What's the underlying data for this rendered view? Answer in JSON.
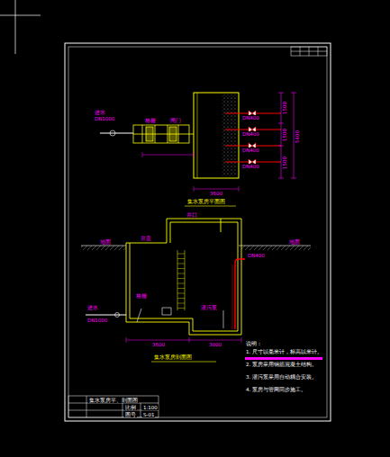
{
  "diagram": {
    "labels": [
      "进水",
      "DN1000",
      "格栅",
      "闸门",
      "DN400",
      "DN400",
      "DN400",
      "DN400",
      "1500",
      "1500",
      "1500",
      "5400",
      "3600",
      "集水泵房平面图",
      "地面",
      "地面",
      "井盖",
      "井口",
      "DN400",
      "进水",
      "DN1000",
      "格栅",
      "潜污泵",
      "3600",
      "3000",
      "集水泵房剖面图",
      "说明：",
      "1. 尺寸以毫米计，标高以米计。",
      "2. 泵房采用钢筋混凝土结构。",
      "3. 潜污泵采用自动耦合安装。",
      "4. 泵房与管网同步施工。",
      "集水泵房平、剖面图",
      "比例",
      "1:100",
      "图号",
      "S-01"
    ]
  }
}
